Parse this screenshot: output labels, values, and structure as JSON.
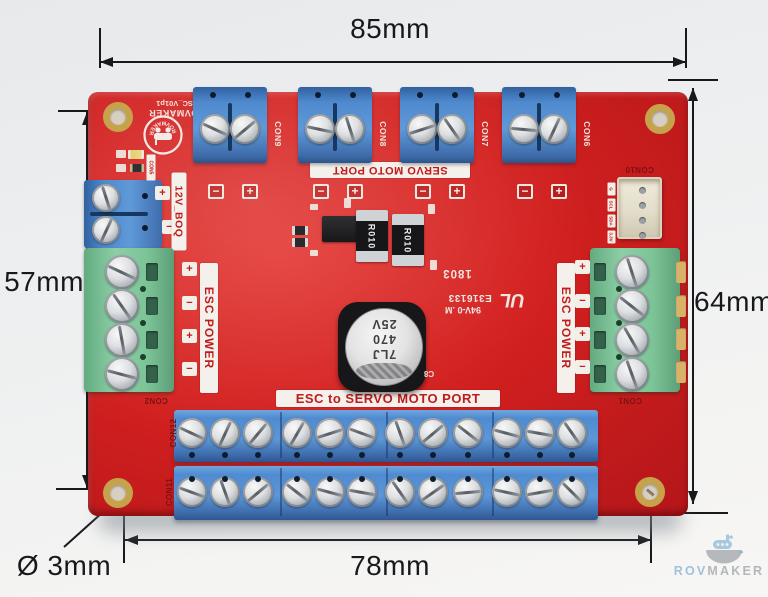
{
  "annotations": {
    "width_top": "85mm",
    "height_left": "57mm",
    "height_right": "64mm",
    "width_bottom": "78mm",
    "hole_diameter": "Ø 3mm"
  },
  "board": {
    "brand": "ROVMAKER",
    "model": "ESC_V01p1",
    "logo_text": "ROVMAKER",
    "labels": {
      "servo_port": "SERVO MOTO PORT",
      "esc_to_servo_port": "ESC to SERVO MOTO PORT",
      "esc_power": "ESC POWER",
      "power_input": "12V_BOQ",
      "date_code": "1803",
      "ul_file": "E316133",
      "ul_rating": "94V-0 .M",
      "ul_mark": "UL",
      "cap_ref": "C8",
      "plus": "+",
      "minus": "−"
    },
    "connectors": {
      "servo_outputs": [
        "CON9",
        "CON8",
        "CON7",
        "CON6"
      ],
      "power_input_label": "CON5",
      "i2c_label": "CON10",
      "i2c_pins": [
        "G",
        "SCL",
        "SDA",
        "3.3V"
      ],
      "esc_power_left_label": "CON2",
      "esc_power_right_label": "CON1",
      "bus_top_label": "CON12",
      "bus_bottom_label": "CON11"
    },
    "components": {
      "shunt_resistors": [
        "R010",
        "R010"
      ],
      "capacitor_marking": [
        "7LJ",
        "470",
        "25V"
      ]
    }
  },
  "watermark": {
    "rov": "ROV",
    "maker": "MAKER"
  },
  "colors": {
    "pcb_red": "#d2201f",
    "pcb_red_highlight": "#e23430",
    "terminal_blue": "#4e8ace",
    "terminal_green": "#7cc497",
    "silkscreen_white": "#f4f1ec",
    "silkscreen_red": "#c01b1b",
    "dimension_black": "#17191c",
    "watermark_blue": "#9fc2da",
    "watermark_grey": "#b4b7ba"
  }
}
